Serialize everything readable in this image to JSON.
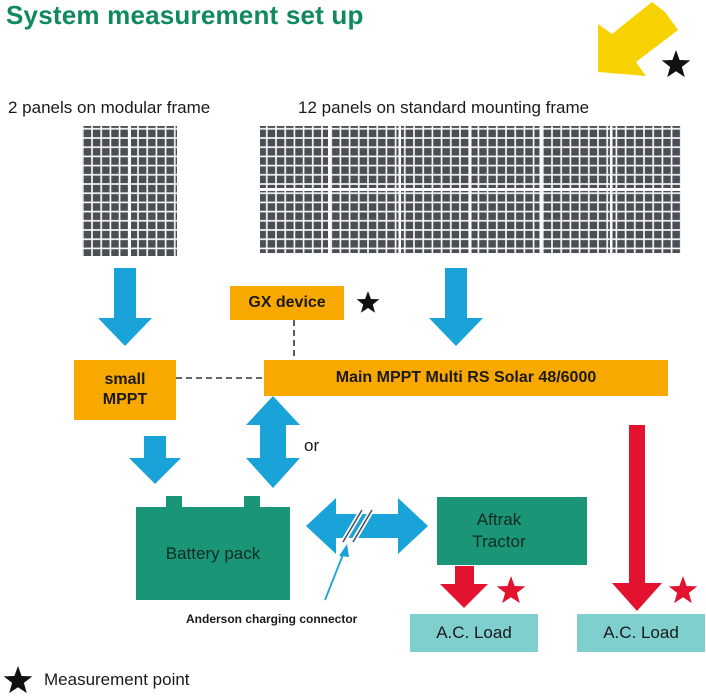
{
  "title": "System measurement set up",
  "captions": {
    "modular_frame": "2 panels on modular frame",
    "standard_frame": "12 panels on standard mounting frame"
  },
  "boxes": {
    "gx_device": "GX device",
    "small_mppt_line1": "small",
    "small_mppt_line2": "MPPT",
    "main_mppt": "Main MPPT Multi RS Solar 48/6000",
    "battery_pack": "Battery pack",
    "tractor_line1": "Aftrak",
    "tractor_line2": "Tractor",
    "ac_load_left": "A.C. Load",
    "ac_load_right": "A.C. Load"
  },
  "labels": {
    "or": "or",
    "anderson": "Anderson charging connector",
    "legend": "Measurement point"
  },
  "colors": {
    "title": "#0f8a5f",
    "panel": "#4a4f55",
    "blue_arrow": "#1aa3d8",
    "red_arrow": "#e3122e",
    "yellow_arrow": "#f7d200",
    "orange_box": "#f9a800",
    "green_box": "#1b9577",
    "cyan_box": "#7fcfcf",
    "red_star": "#e3122e",
    "black_star": "#111111"
  }
}
